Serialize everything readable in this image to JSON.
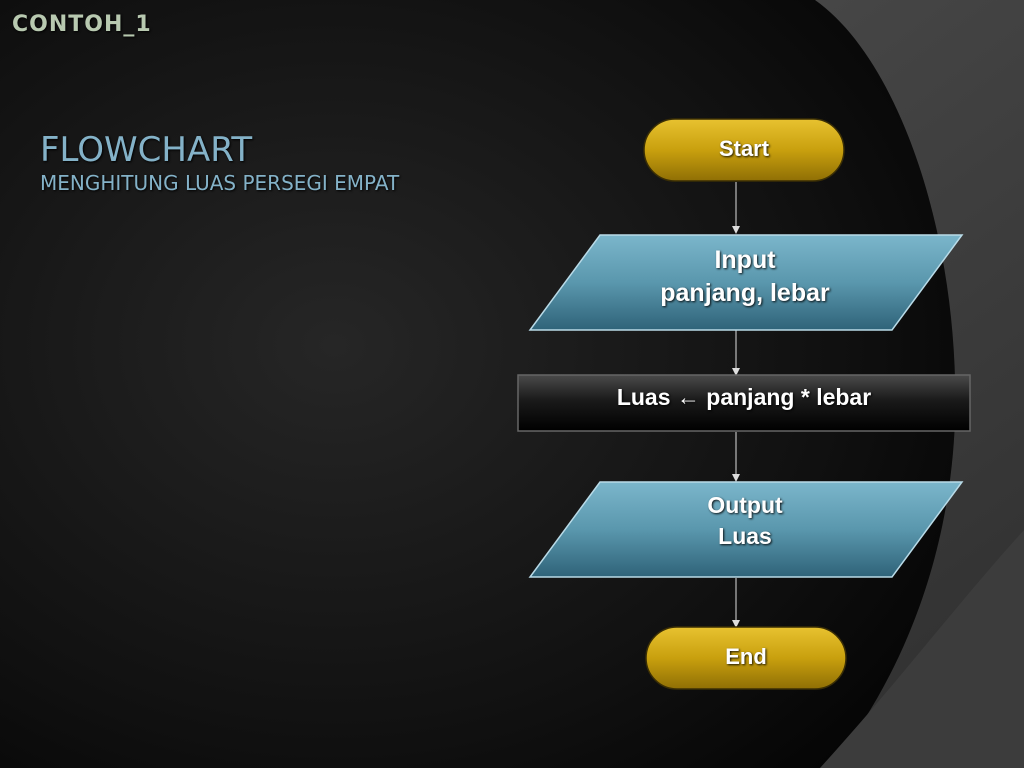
{
  "slide": {
    "header": "CONTOH_1",
    "title": "FLOWCHART",
    "subtitle": "MENGHITUNG LUAS PERSEGI EMPAT"
  },
  "flowchart": {
    "start": {
      "label": "Start",
      "shape": "terminator"
    },
    "input": {
      "line1": "Input",
      "line2": "panjang, lebar",
      "shape": "parallelogram"
    },
    "process": {
      "label": "Luas ← panjang * lebar",
      "shape": "rectangle"
    },
    "output": {
      "line1": "Output",
      "line2": "Luas",
      "shape": "parallelogram"
    },
    "end": {
      "label": "End",
      "shape": "terminator"
    }
  },
  "colors": {
    "terminator": "#d4a710",
    "io": "#5a97ad",
    "process": "#111111",
    "title": "#84b2c8",
    "header": "#b8c9b0"
  }
}
